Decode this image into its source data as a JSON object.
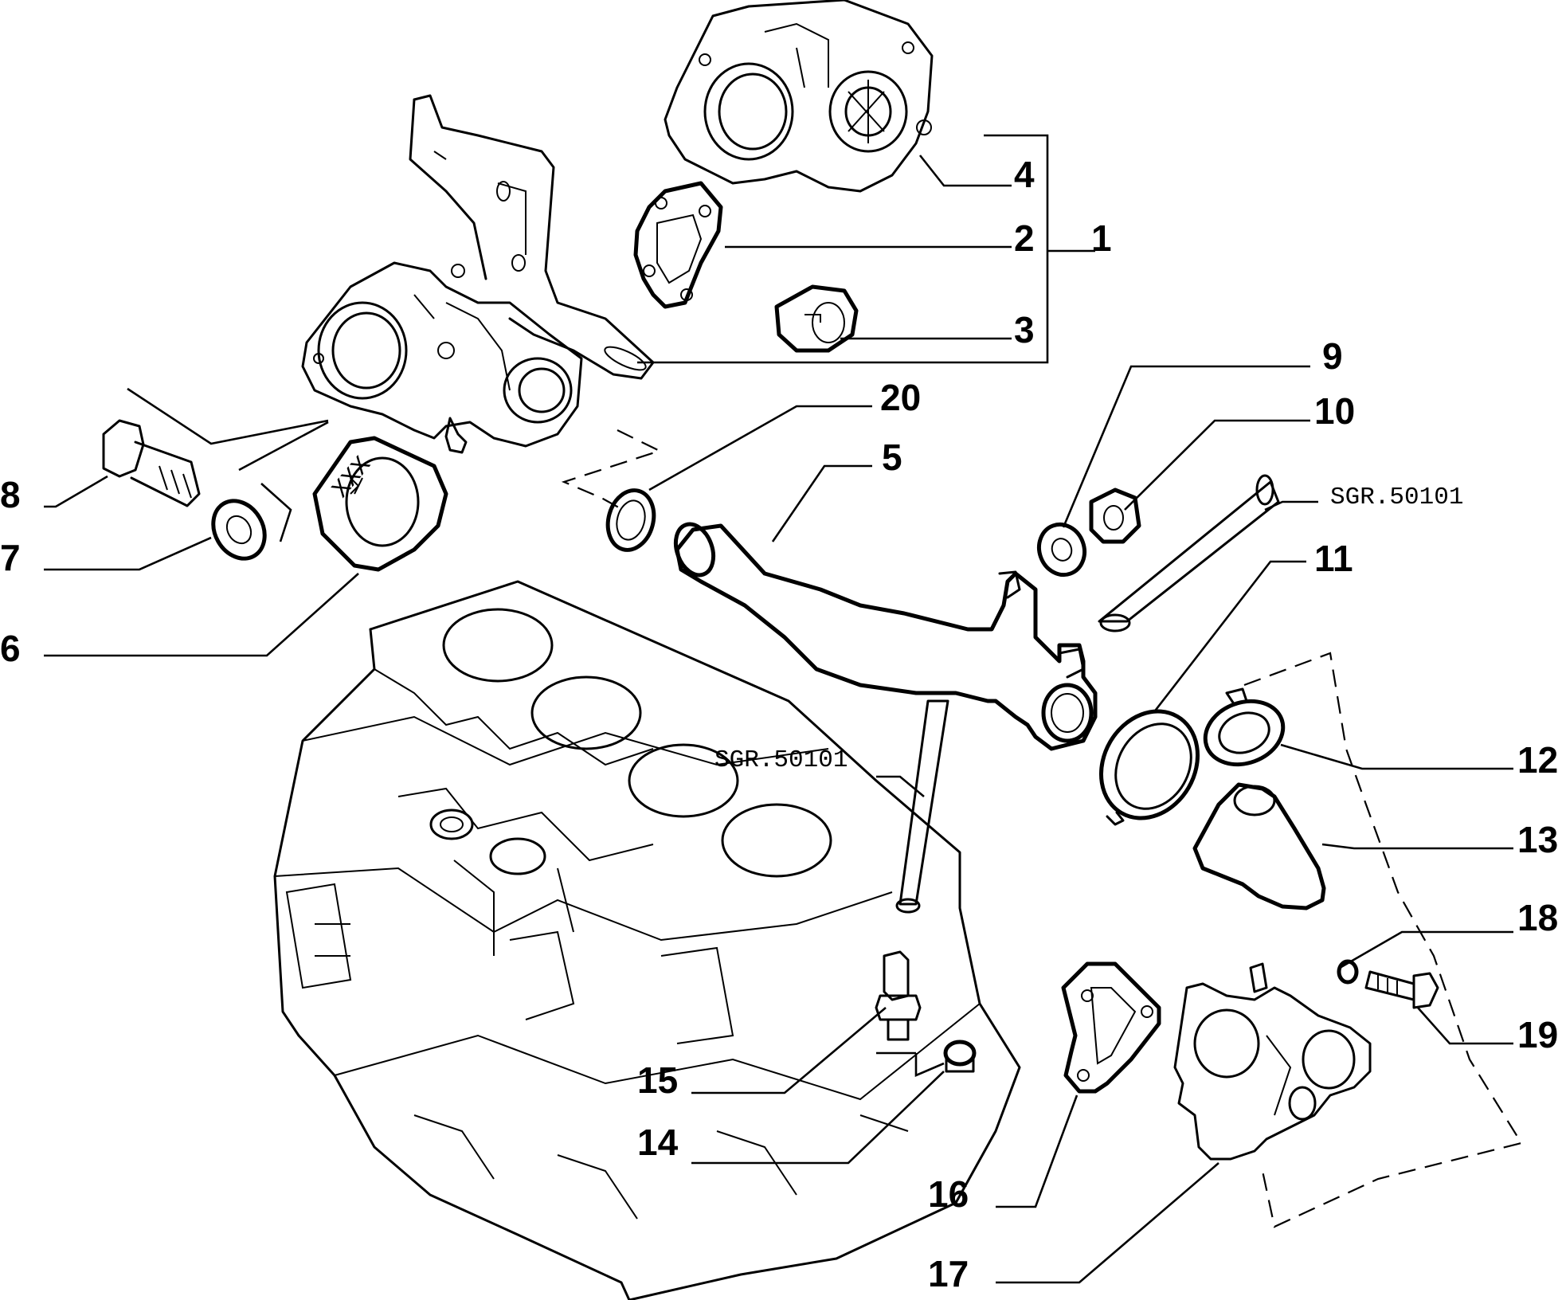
{
  "diagram": {
    "callouts": {
      "c1": "1",
      "c2": "2",
      "c3": "3",
      "c4": "4",
      "c5": "5",
      "c6": "6",
      "c7": "7",
      "c8": "8",
      "c9": "9",
      "c10": "10",
      "c11": "11",
      "c12": "12",
      "c13": "13",
      "c14": "14",
      "c15": "15",
      "c16": "16",
      "c17": "17",
      "c18": "18",
      "c19": "19",
      "c20": "20"
    },
    "references": {
      "hose_upper": "SGR.50101",
      "hose_lower": "SGR.50101"
    },
    "gasket_marking": "XXX"
  }
}
